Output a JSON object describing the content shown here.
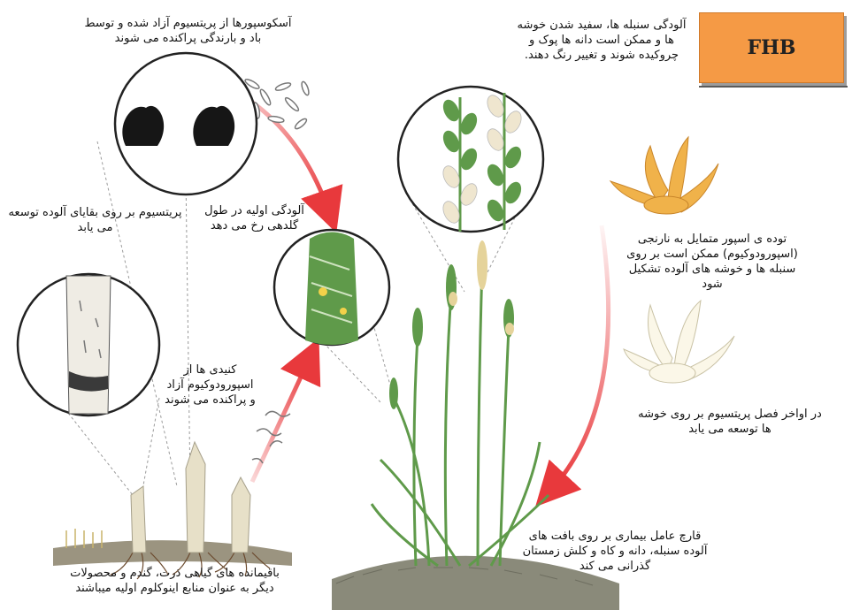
{
  "badge": "FHB",
  "labels": {
    "ascospores": "آسکوسپورها از پریتسیوم آزاد شده و توسط باد و بارندگی پراکنده می شوند",
    "perithecium_residue": "پریتسیوم بر روی بقایای آلوده توسعه می یابد",
    "initial_infection": "آلودگی اولیه در طول گلدهی رخ می دهد",
    "spike_infection": "آلودگی سنبله ها، سفید شدن خوشه ها و ممکن است دانه ها پوک و چروکیده شوند و تغییر رنگ دهند.",
    "sporodochia": "توده ی اسپور متمایل به نارنجی (اسپورودوکیوم) ممکن است بر روی سنبله ها و خوشه های آلوده تشکیل شود",
    "conidia": "کنیدی ها از اسپورودوکیوم آزاد و پراکنده می شوند",
    "late_season": "در اواخر فصل پریتسیوم بر روی خوشه ها توسعه می یابد",
    "overwinter": "قارچ عامل بیماری بر روی بافت های آلوده سنبله، دانه و کاه و کلش زمستان گذرانی می کند",
    "crop_residue": "باقیمانده های گیاهی ذرت، گندم و محصولات دیگر به عنوان منابع اینوکلوم اولیه میباشند"
  },
  "colors": {
    "arrow": "#e8393c",
    "badge": "#f59a45",
    "leaf": "#5f9a4a",
    "spike_white": "#efe6cf",
    "sporo": "#f0b24a"
  }
}
